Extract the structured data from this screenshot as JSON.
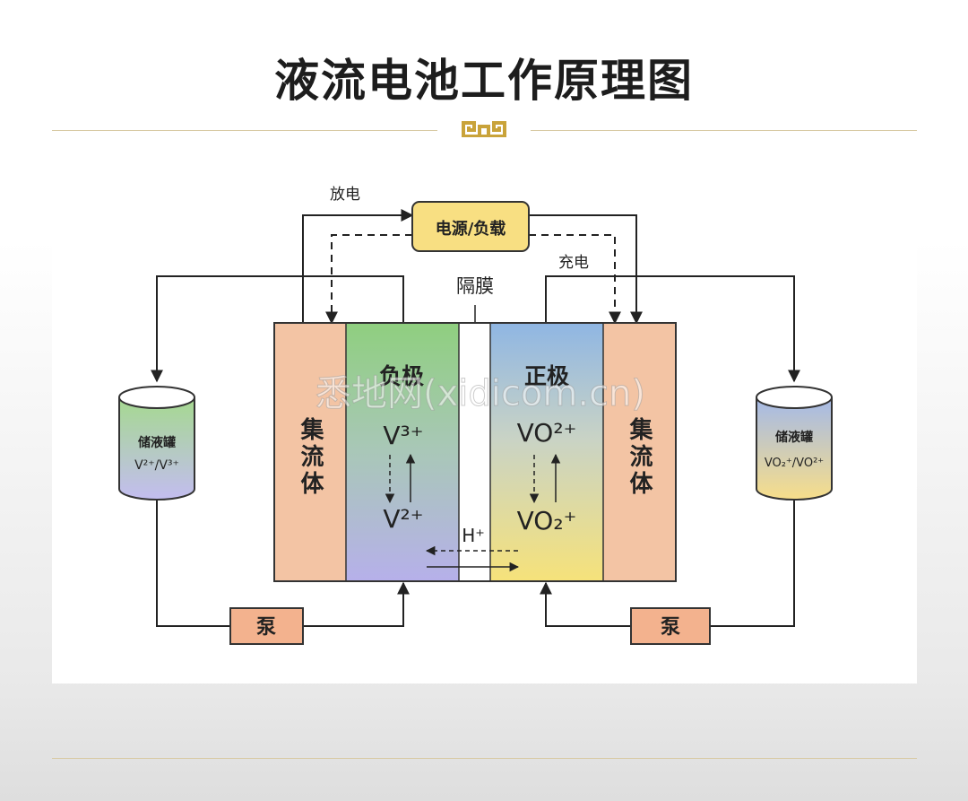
{
  "title": "液流电池工作原理图",
  "diagram": {
    "discharge_label": "放电",
    "charge_label": "充电",
    "power_load": "电源/负载",
    "membrane": "隔膜",
    "current_collector": "集流体",
    "negative_electrode": "负极",
    "positive_electrode": "正极",
    "neg_species_top": "V³⁺",
    "neg_species_bottom": "V²⁺",
    "pos_species_top": "VO²⁺",
    "pos_species_bottom": "VO₂⁺",
    "proton": "H⁺",
    "tank_label": "储液罐",
    "left_tank_species": "V²⁺/V³⁺",
    "right_tank_species": "VO₂⁺/VO²⁺",
    "pump": "泵",
    "watermark": "悉地网(xidicom.cn)"
  },
  "colors": {
    "title": "#1d1d1d",
    "gold_accent": "#c9a33a",
    "collector_fill": "#f3c4a4",
    "negative_green": "#8fcf7f",
    "negative_purple": "#b6b0ea",
    "positive_blue": "#8fb6e3",
    "positive_yellow": "#f6e27a",
    "pump_fill": "#f3b28e",
    "power_box_fill": "#f8df82"
  }
}
